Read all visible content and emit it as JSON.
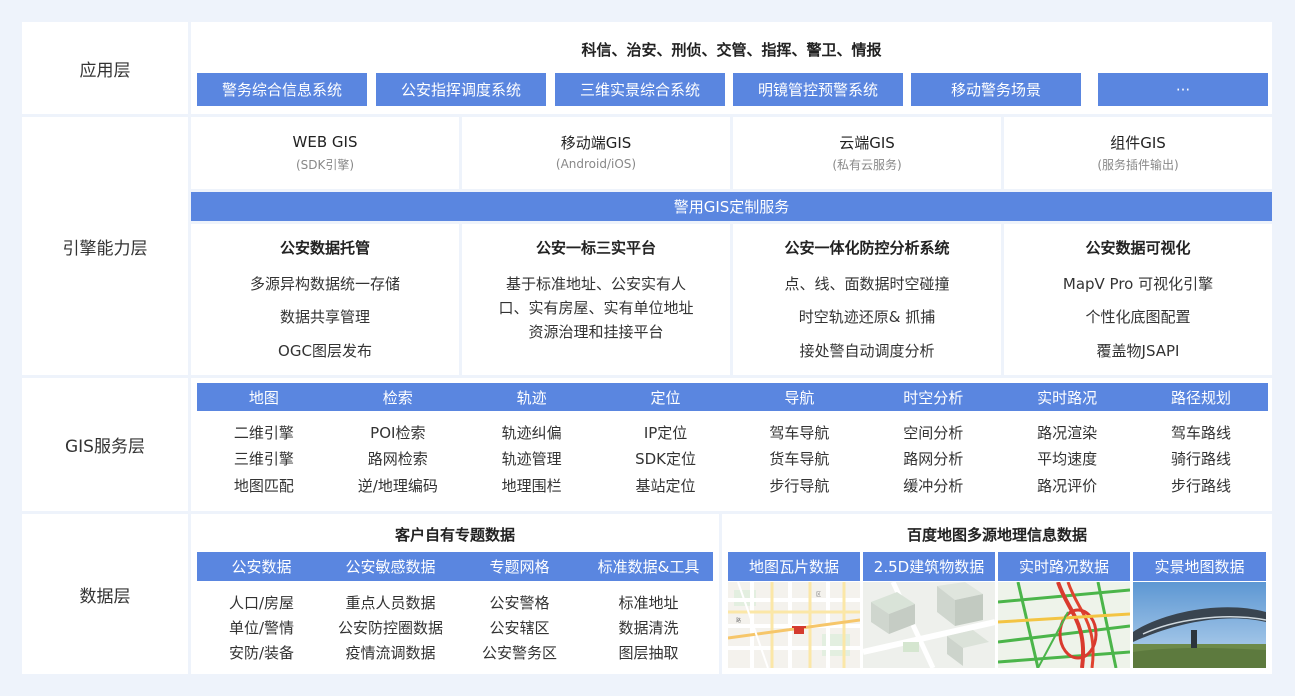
{
  "application_layer": {
    "label": "应用层",
    "heading": "科信、治安、刑侦、交管、指挥、警卫、情报",
    "systems": [
      "警务综合信息系统",
      "公安指挥调度系统",
      "三维实景综合系统",
      "明镜管控预警系统",
      "移动警务场景",
      "···"
    ]
  },
  "engine_layer": {
    "label": "引擎能力层",
    "gis_types": [
      {
        "title": "WEB GIS",
        "sub": "(SDK引擎)"
      },
      {
        "title": "移动端GIS",
        "sub": "(Android/iOS)"
      },
      {
        "title": "云端GIS",
        "sub": "(私有云服务)"
      },
      {
        "title": "组件GIS",
        "sub": "(服务插件输出)"
      }
    ],
    "banner": "警用GIS定制服务",
    "services": [
      {
        "title": "公安数据托管",
        "items": [
          "多源异构数据统一存储",
          "数据共享管理",
          "OGC图层发布"
        ]
      },
      {
        "title": "公安一标三实平台",
        "items": [
          "基于标准地址、公安实有人",
          "口、实有房屋、实有单位地址",
          "资源治理和挂接平台"
        ]
      },
      {
        "title": "公安一体化防控分析系统",
        "items": [
          "点、线、面数据时空碰撞",
          "时空轨迹还原& 抓捕",
          "接处警自动调度分析"
        ]
      },
      {
        "title": "公安数据可视化",
        "items": [
          "MapV Pro 可视化引擎",
          "个性化底图配置",
          "覆盖物JSAPI"
        ]
      }
    ]
  },
  "gis_service_layer": {
    "label": "GIS服务层",
    "columns": [
      {
        "header": "地图",
        "items": [
          "二维引擎",
          "三维引擎",
          "地图匹配"
        ]
      },
      {
        "header": "检索",
        "items": [
          "POI检索",
          "路网检索",
          "逆/地理编码"
        ]
      },
      {
        "header": "轨迹",
        "items": [
          "轨迹纠偏",
          "轨迹管理",
          "地理围栏"
        ]
      },
      {
        "header": "定位",
        "items": [
          "IP定位",
          "SDK定位",
          "基站定位"
        ]
      },
      {
        "header": "导航",
        "items": [
          "驾车导航",
          "货车导航",
          "步行导航"
        ]
      },
      {
        "header": "时空分析",
        "items": [
          "空间分析",
          "路网分析",
          "缓冲分析"
        ]
      },
      {
        "header": "实时路况",
        "items": [
          "路况渲染",
          "平均速度",
          "路况评价"
        ]
      },
      {
        "header": "路径规划",
        "items": [
          "驾车路线",
          "骑行路线",
          "步行路线"
        ]
      }
    ]
  },
  "data_layer": {
    "label": "数据层",
    "left_title": "客户自有专题数据",
    "left_columns": [
      {
        "header": "公安数据",
        "items": [
          "人口/房屋",
          "单位/警情",
          "安防/装备"
        ]
      },
      {
        "header": "公安敏感数据",
        "items": [
          "重点人员数据",
          "公安防控圈数据",
          "疫情流调数据"
        ]
      },
      {
        "header": "专题网格",
        "items": [
          "公安警格",
          "公安辖区",
          "公安警务区"
        ]
      },
      {
        "header": "标准数据&工具",
        "items": [
          "标准地址",
          "数据清洗",
          "图层抽取"
        ]
      }
    ],
    "right_title": "百度地图多源地理信息数据",
    "right_columns": [
      {
        "header": "地图瓦片数据",
        "image": "map-tile-image"
      },
      {
        "header": "2.5D建筑物数据",
        "image": "building-image"
      },
      {
        "header": "实时路况数据",
        "image": "traffic-image"
      },
      {
        "header": "实景地图数据",
        "image": "streetview-image"
      }
    ]
  },
  "colors": {
    "accent": "#5a86e0",
    "background": "#eef3fb"
  }
}
